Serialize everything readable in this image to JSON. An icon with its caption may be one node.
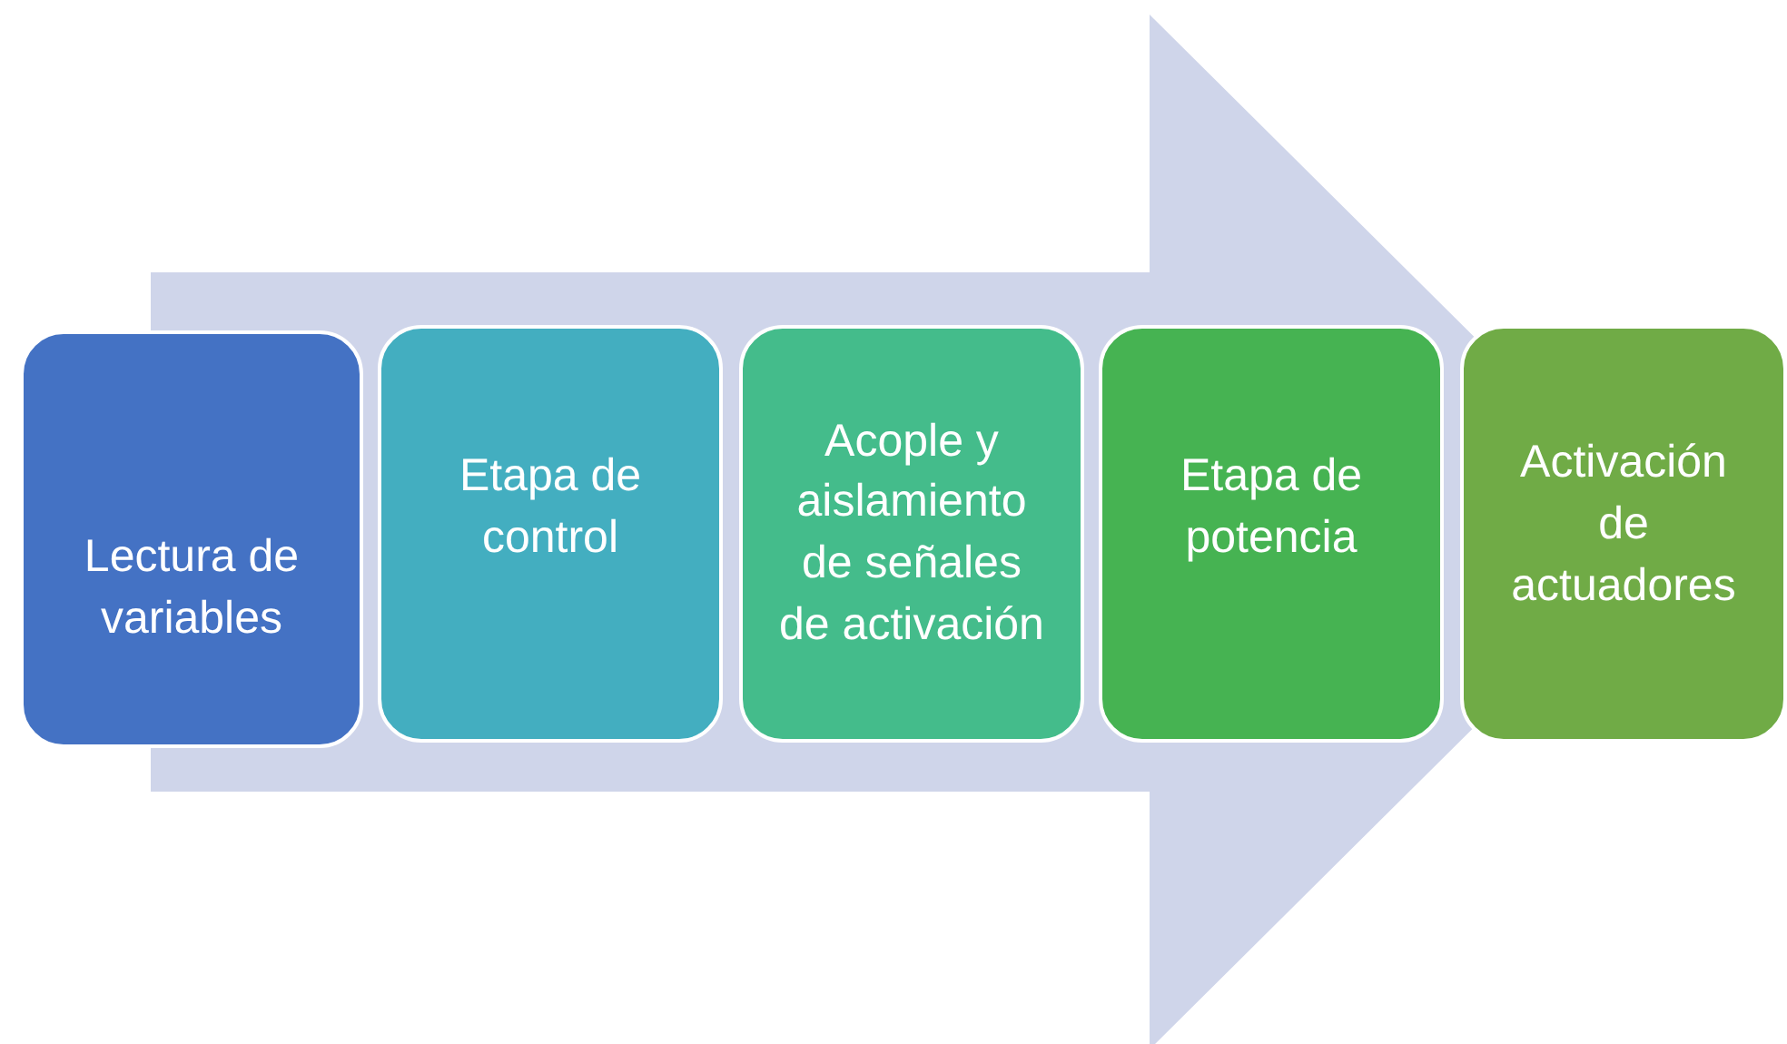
{
  "diagram": {
    "nodes": [
      {
        "text": [
          "Lectura de variables"
        ]
      },
      {
        "text": [
          "Etapa de control"
        ]
      },
      {
        "text": [
          "Acople y aislamiento de señales de activación"
        ]
      },
      {
        "text": [
          "Etapa de potencia"
        ]
      },
      {
        "text": [
          "Activación de actuadores"
        ]
      }
    ],
    "edges": [
      {
        "from": 0,
        "to": 4,
        "arrow": "to",
        "style": "thick"
      }
    ]
  }
}
